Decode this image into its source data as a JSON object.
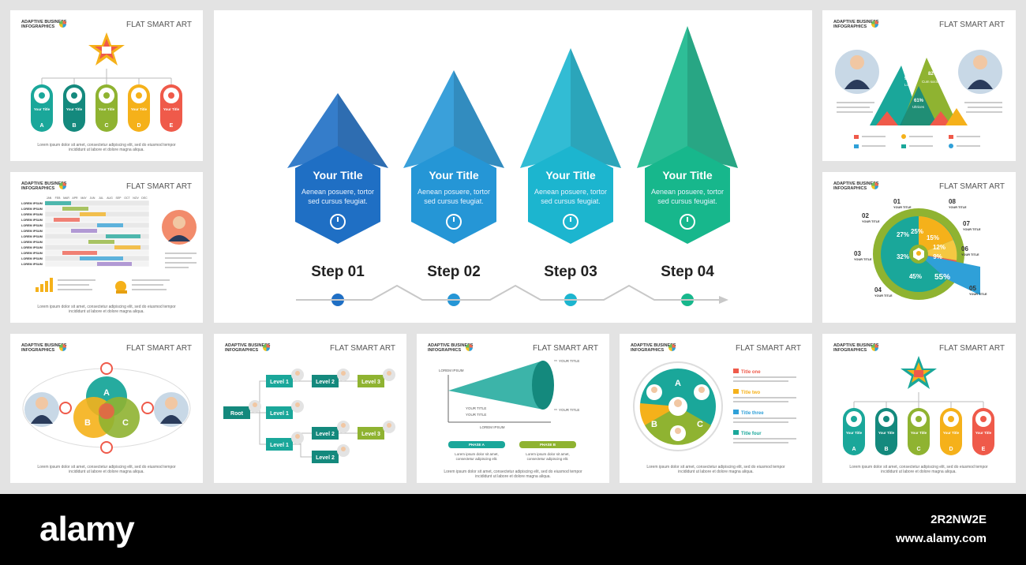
{
  "brand": {
    "line1": "ADAPTIVE BUSINESS",
    "line2": "INFOGRAPHICS"
  },
  "flat_label": "FLAT SMART ART",
  "lorem_short": "Lorem ipsum dolor sit amet, consectetur adipiscing elit, sed do eiusmod tempor incididunt ut labore et dolore magna aliqua.",
  "main": {
    "steps": [
      {
        "title": "Your Title",
        "text1": "Aenean posuere, tortor",
        "text2": "sed cursus feugiat.",
        "label": "Step 01",
        "icon": "lightbulb-icon",
        "color": "#1f6fc4"
      },
      {
        "title": "Your Title",
        "text1": "Aenean posuere, tortor",
        "text2": "sed cursus feugiat.",
        "label": "Step 02",
        "icon": "clock-icon",
        "color": "#2596d6"
      },
      {
        "title": "Your Title",
        "text1": "Aenean posuere, tortor",
        "text2": "sed cursus feugiat.",
        "label": "Step 03",
        "icon": "magnifier-icon",
        "color": "#1cb5cf"
      },
      {
        "title": "Your Title",
        "text1": "Aenean posuere, tortor",
        "text2": "sed cursus feugiat.",
        "label": "Step 04",
        "icon": "anchor-icon",
        "color": "#17b78c"
      }
    ]
  },
  "org1": {
    "items": [
      {
        "title": "Your Title",
        "letter": "A",
        "color": "#1aa79a"
      },
      {
        "title": "Your Title",
        "letter": "B",
        "color": "#14897d"
      },
      {
        "title": "Your Title",
        "letter": "C",
        "color": "#8fb331"
      },
      {
        "title": "Your Title",
        "letter": "D",
        "color": "#f5b11a"
      },
      {
        "title": "Your Title",
        "letter": "E",
        "color": "#ef5a4a"
      }
    ]
  },
  "gantt": {
    "months": [
      "JAN",
      "FEB",
      "MAR",
      "APR",
      "MAY",
      "JUN",
      "JUL",
      "AUG",
      "SEP",
      "OCT",
      "NOV",
      "DEC"
    ],
    "row_label": "LOREM IPSUM"
  },
  "pyramid": {
    "labels": [
      "97%",
      "82%",
      "Lorem",
      "Cum sociis",
      "61%",
      "Ultrices"
    ]
  },
  "donut": {
    "numbers": [
      "01",
      "02",
      "03",
      "04",
      "05",
      "06",
      "07",
      "08"
    ],
    "item_title": "YOUR TITLE",
    "pcts": [
      "27%",
      "25%",
      "15%",
      "12%",
      "9%",
      "32%",
      "45%",
      "55%"
    ]
  },
  "venn": {
    "letters": [
      "A",
      "B",
      "C"
    ]
  },
  "tree": {
    "root": "Root",
    "level1": "Level 1",
    "level2": "Level 2",
    "level3": "Level 3"
  },
  "cone": {
    "lorem": "LOREM IPSUM",
    "your_title": "YOUR TITLE",
    "phase_a": "PHASE A",
    "phase_b": "PHASE B",
    "phase_text": "Lorem ipsum dolor sit amet, consectetur adipiscing elit."
  },
  "circle_abc": {
    "letters": [
      "A",
      "B",
      "C"
    ],
    "titles": [
      "Title one",
      "Title two",
      "Title three",
      "Title four"
    ]
  },
  "org2": {
    "items": [
      {
        "title": "Your Title",
        "letter": "A",
        "color": "#1aa79a"
      },
      {
        "title": "Your Title",
        "letter": "B",
        "color": "#14897d"
      },
      {
        "title": "Your Title",
        "letter": "C",
        "color": "#8fb331"
      },
      {
        "title": "Your Title",
        "letter": "D",
        "color": "#f5b11a"
      },
      {
        "title": "Your Title",
        "letter": "E",
        "color": "#ef5a4a"
      }
    ]
  },
  "footer": {
    "logo": "alamy",
    "image_id": "2R2NW2E",
    "url": "www.alamy.com"
  }
}
